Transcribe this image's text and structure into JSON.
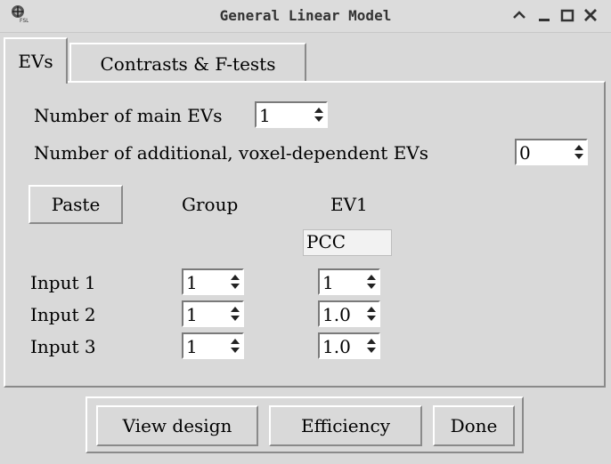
{
  "window": {
    "title": "General Linear Model"
  },
  "tabs": [
    {
      "label": "EVs",
      "active": true
    },
    {
      "label": "Contrasts & F-tests",
      "active": false
    }
  ],
  "evs": {
    "main_label": "Number of main EVs",
    "main_value": "1",
    "additional_label": "Number of additional, voxel-dependent EVs",
    "additional_value": "0"
  },
  "grid": {
    "paste_label": "Paste",
    "group_header": "Group",
    "ev_header": "EV1",
    "ev_name": "PCC",
    "rows": [
      {
        "label": "Input 1",
        "group": "1",
        "ev": "1"
      },
      {
        "label": "Input 2",
        "group": "1",
        "ev": "1.0"
      },
      {
        "label": "Input 3",
        "group": "1",
        "ev": "1.0"
      }
    ]
  },
  "buttons": {
    "view_design": "View design",
    "efficiency": "Efficiency",
    "done": "Done"
  },
  "icons": {
    "app": "fsl-logo-icon",
    "minimize": "minimize-icon",
    "maximize": "maximize-icon",
    "restore": "collapse-icon",
    "close": "close-icon"
  }
}
